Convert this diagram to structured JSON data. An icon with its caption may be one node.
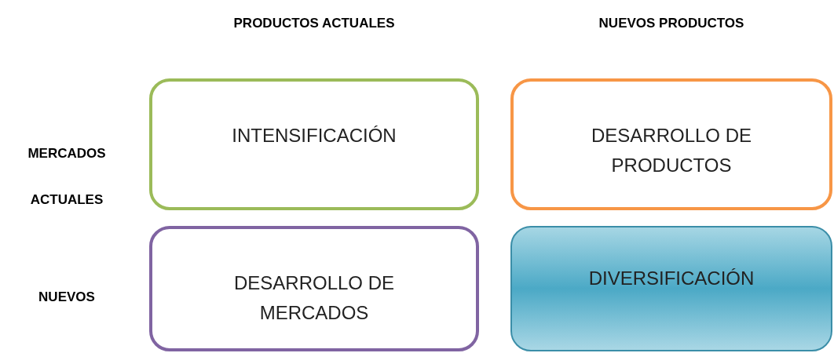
{
  "diagram": {
    "nodes": [
      {
        "text": [
          "INTENSIFICACIÓN"
        ]
      },
      {
        "text": [
          "DESARROLLO DE PRODUCTOS"
        ]
      },
      {
        "text": [
          "DESARROLLO DE MERCADOS"
        ]
      },
      {
        "text": [
          "DIVERSIFICACIÓN"
        ]
      }
    ],
    "labels": [
      "PRODUCTOS ACTUALES",
      "NUEVOS PRODUCTOS",
      "MERCADOS ACTUALES",
      "NUEVOS"
    ]
  }
}
